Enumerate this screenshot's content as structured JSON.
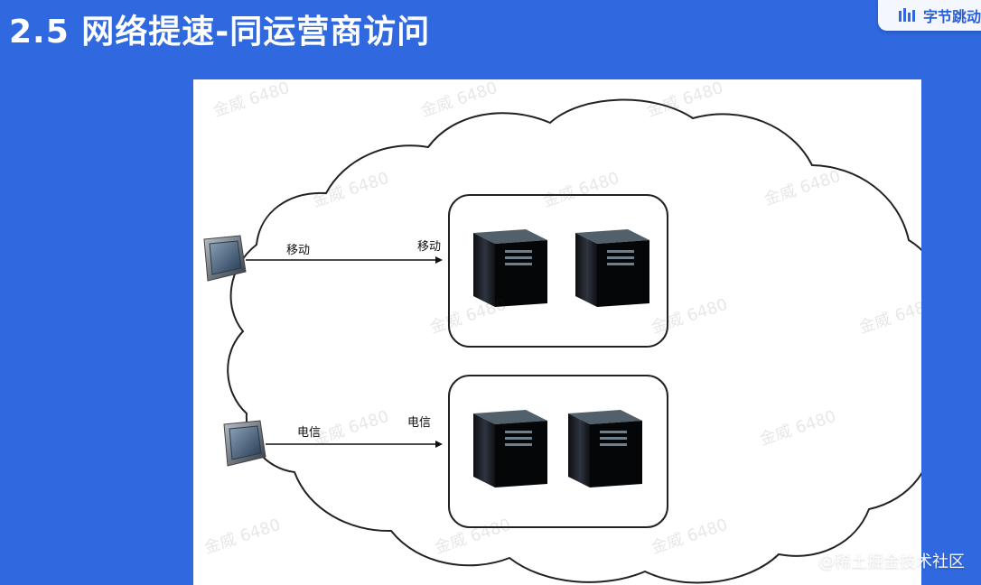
{
  "header": {
    "title": "2.5 网络提速-同运营商访问",
    "brand_text": "字节跳动"
  },
  "diagram": {
    "labels": {
      "mobile_left": "移动",
      "mobile_right": "移动",
      "telecom_left": "电信",
      "telecom_right": "电信"
    }
  },
  "watermark": {
    "text": "金威 6480",
    "footer": "@稀土掘金技术社区"
  },
  "icons": {
    "tablet": "tablet-icon",
    "server": "server-icon",
    "brand": "brand-icon"
  },
  "colors": {
    "background": "#2f68df",
    "canvas": "#ffffff",
    "stroke": "#222222"
  }
}
